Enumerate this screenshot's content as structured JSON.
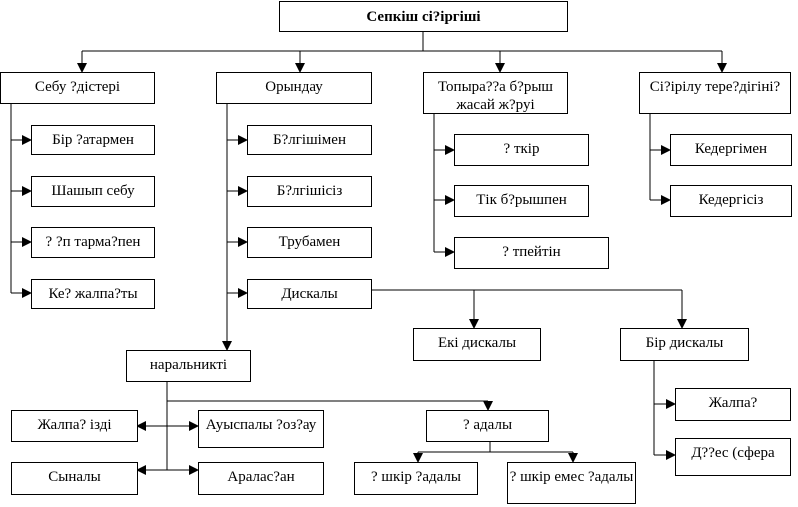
{
  "title": "Сепкіш сі?іргіші",
  "categories": {
    "sowing": {
      "label": "Себу ?дістері",
      "items": [
        "Бір ?атармен",
        "Шашып себу",
        "? ?п тарма?пен",
        "Ке? жалпа?ты"
      ]
    },
    "execution": {
      "label": "Орындау",
      "items": [
        "Б?лгішімен",
        "Б?лгішісіз",
        "Трубамен",
        "Дискалы"
      ]
    },
    "furrow": {
      "label": "Топыра??а б?рыш жасай ж?руі",
      "items": [
        "? ткір",
        "Тік б?рышпен",
        "? тпейтін"
      ]
    },
    "depth": {
      "label": "Сі?ірілу тере?дігіні?",
      "items": [
        "Кедергімен",
        "Кедергісіз"
      ]
    }
  },
  "disc": {
    "two": "Екі дискалы",
    "one": "Бір дискалы",
    "one_items": [
      "Жалпа?",
      "Д??ес (сфера"
    ]
  },
  "coulter": {
    "label": "наральникті",
    "items": [
      "Жалпа? ізді",
      "Ауыспалы ?оз?ау",
      "Сыналы",
      "Аралас?ан"
    ]
  },
  "pointed": {
    "label": "? адалы",
    "items": [
      "? шкір ?адалы",
      "? шкір емес ?адалы"
    ]
  }
}
